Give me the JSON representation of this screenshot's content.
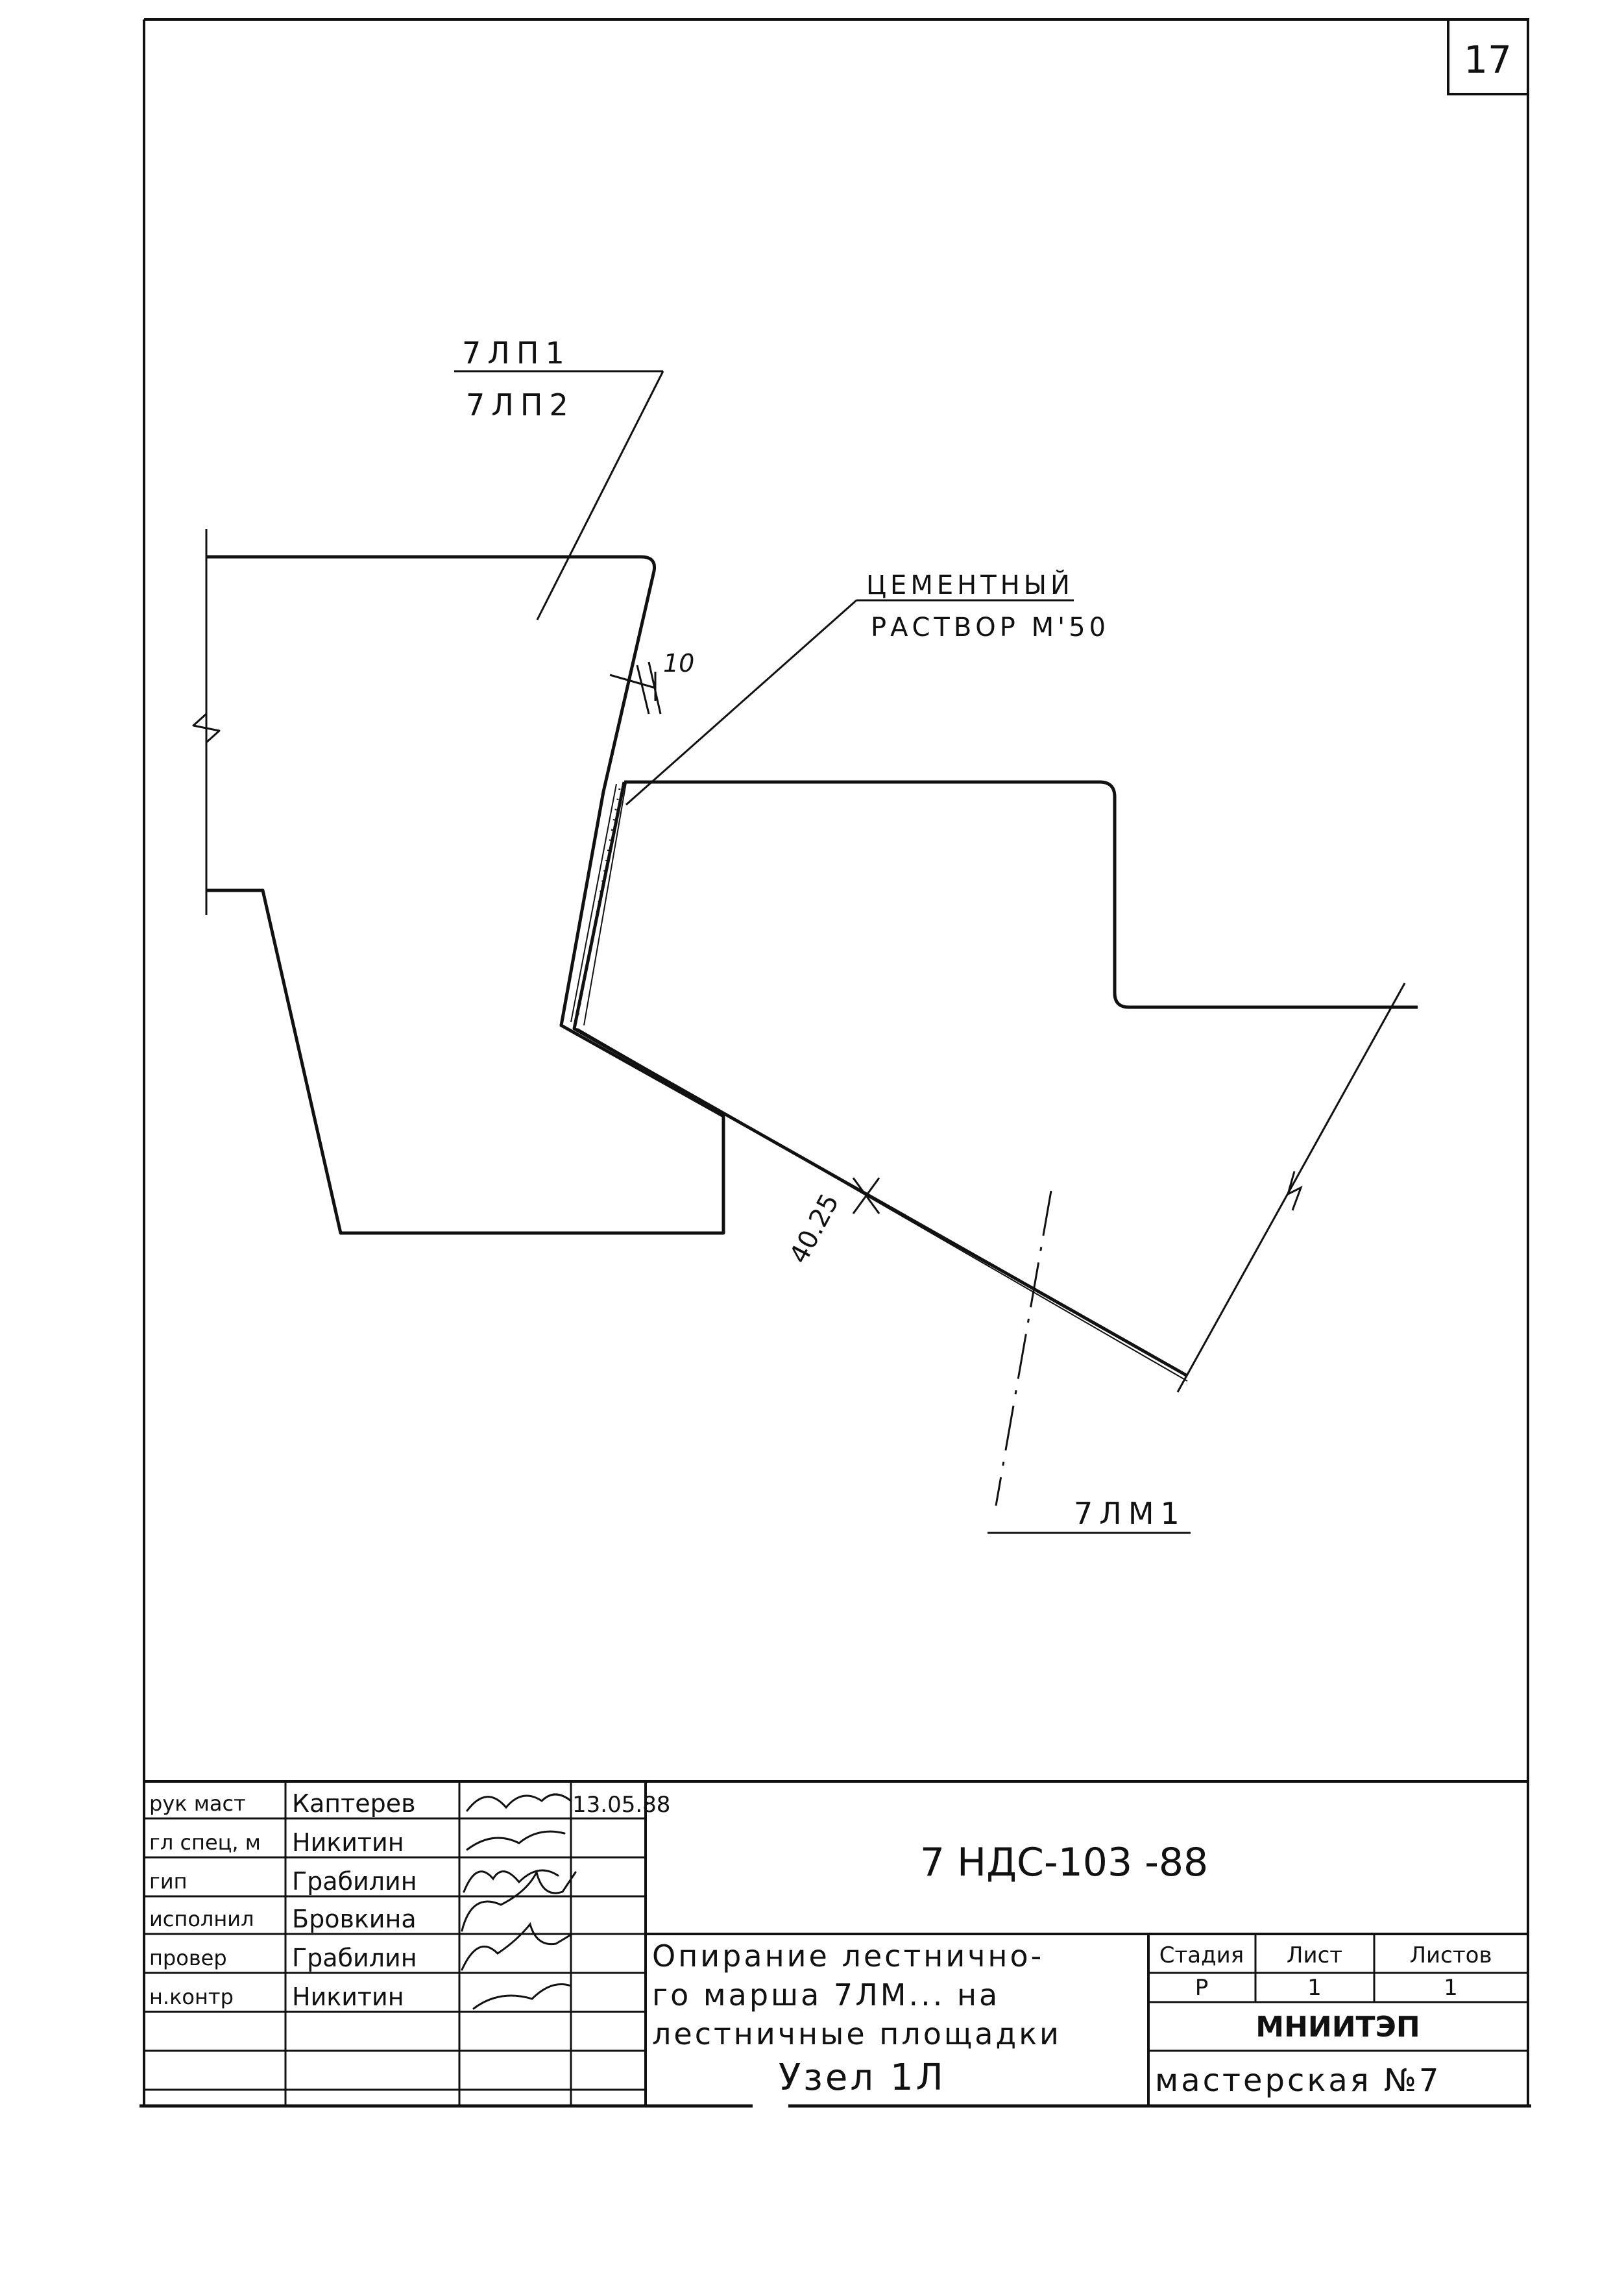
{
  "sheet_number": "17",
  "labels": {
    "platform_top": "7ЛП1",
    "platform_bottom": "7ЛП2",
    "flight": "7ЛМ1",
    "mortar_line1": "ЦЕМЕНТНЫЙ",
    "mortar_line2": "РАСТВОР М'50",
    "dim_joint": "10",
    "dim_bearing": "40.25"
  },
  "title_block": {
    "roles": [
      "рук маст",
      "гл спец, м",
      "гип",
      "исполнил",
      "провер",
      "н.контр"
    ],
    "names": [
      "Каптерев",
      "Никитин",
      "Грабилин",
      "Бровкина",
      "Грабилин",
      "Никитин"
    ],
    "date": "13.05.88",
    "doc_code": "7 НДС-103 -88",
    "title_line1": "Опирание лестнично-",
    "title_line2": "го марша 7ЛМ... на",
    "title_line3": "лестничные площадки",
    "title_line4": "Узел 1Л",
    "stage_header": "Стадия",
    "sheet_header": "Лист",
    "sheets_header": "Листов",
    "stage_value": "Р",
    "sheet_value": "1",
    "sheets_value": "1",
    "org": "МНИИТЭП",
    "workshop": "мастерская №7"
  }
}
